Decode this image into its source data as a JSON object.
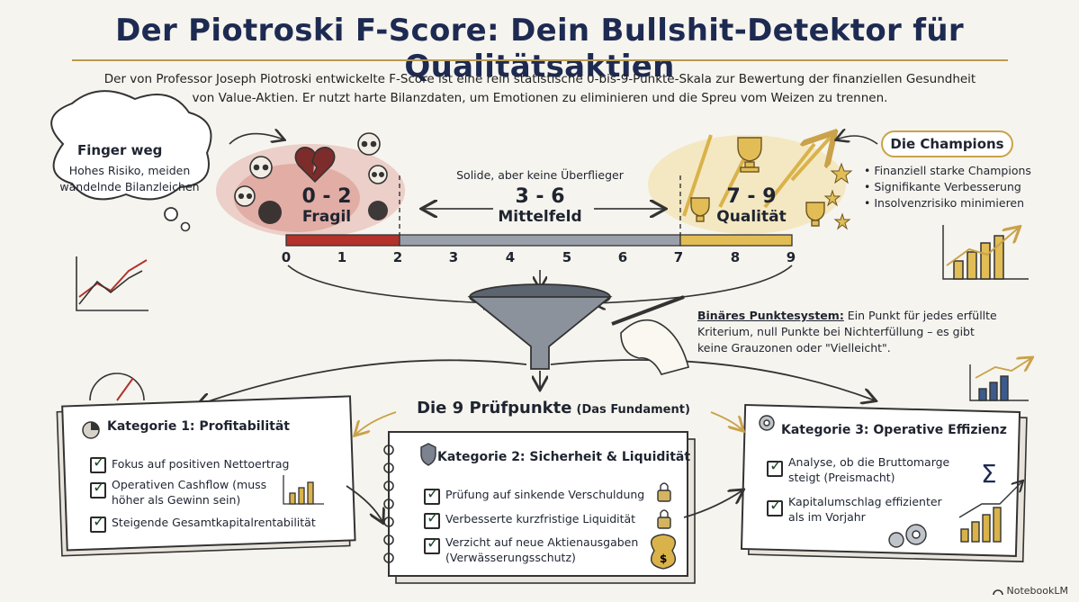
{
  "header": {
    "title": "Der Piotroski F-Score: Dein Bullshit-Detektor für Qualitätsaktien",
    "intro_line1": "Der von Professor Joseph Piotroski entwickelte F-Score ist eine rein statistische 0-bis-9-Punkte-Skala zur Bewertung der finanziellen Gesundheit",
    "intro_line2": "von Value-Aktien. Er nutzt harte Bilanzdaten, um Emotionen zu eliminieren und die Spreu vom Weizen zu trennen."
  },
  "warning_bubble": {
    "title": "Finger weg",
    "text_line1": "Hohes Risiko, meiden",
    "text_line2": "wandelnde Bilanzleichen"
  },
  "scale": {
    "ticks": [
      "0",
      "1",
      "2",
      "3",
      "4",
      "5",
      "6",
      "7",
      "8",
      "9"
    ],
    "zones": [
      {
        "range": "0 - 2",
        "label": "Fragil",
        "color": "#b3322c"
      },
      {
        "range": "3 - 6",
        "label": "Mittelfeld",
        "color": "#8a8f9a"
      },
      {
        "range": "7 - 9",
        "label": "Qualität",
        "color": "#d9b24a"
      }
    ],
    "mid_note": "Solide, aber keine Überflieger"
  },
  "champions": {
    "title": "Die Champions",
    "items": [
      "Finanziell starke Champions",
      "Signifikante Verbesserung",
      "Insolvenzrisiko minimieren"
    ]
  },
  "binary_note": {
    "label": "Binäres Punktesystem:",
    "text_line1": " Ein Punkt für jedes erfüllte",
    "text_line2": "Kriterium, null Punkte bei Nichterfüllung – es gibt",
    "text_line3": "keine Grauzonen oder \"Vielleicht\"."
  },
  "criteria_heading": {
    "main": "Die 9 Prüfpunkte",
    "sub": "(Das Fundament)"
  },
  "categories": [
    {
      "title": "Kategorie 1: Profitabilität",
      "items": [
        [
          "Fokus auf positiven Nettoertrag"
        ],
        [
          "Operativen Cashflow (muss",
          "höher als Gewinn sein)"
        ],
        [
          "Steigende Gesamtkapitalrentabilität"
        ]
      ]
    },
    {
      "title": "Kategorie 2: Sicherheit & Liquidität",
      "items": [
        [
          "Prüfung auf sinkende Verschuldung"
        ],
        [
          "Verbesserte kurzfristige Liquidität"
        ],
        [
          "Verzicht auf neue Aktienausgaben",
          "(Verwässerungsschutz)"
        ]
      ]
    },
    {
      "title": "Kategorie 3: Operative Effizienz",
      "items": [
        [
          "Analyse, ob die Bruttomarge",
          "steigt (Preismacht)"
        ],
        [
          "Kapitalumschlag effizienter",
          "als im Vorjahr"
        ]
      ]
    }
  ],
  "footer": {
    "brand": "NotebookLM"
  },
  "colors": {
    "title": "#1d2a52",
    "gold": "#d9b24a",
    "red": "#b3322c",
    "grey": "#8a8f9a"
  }
}
